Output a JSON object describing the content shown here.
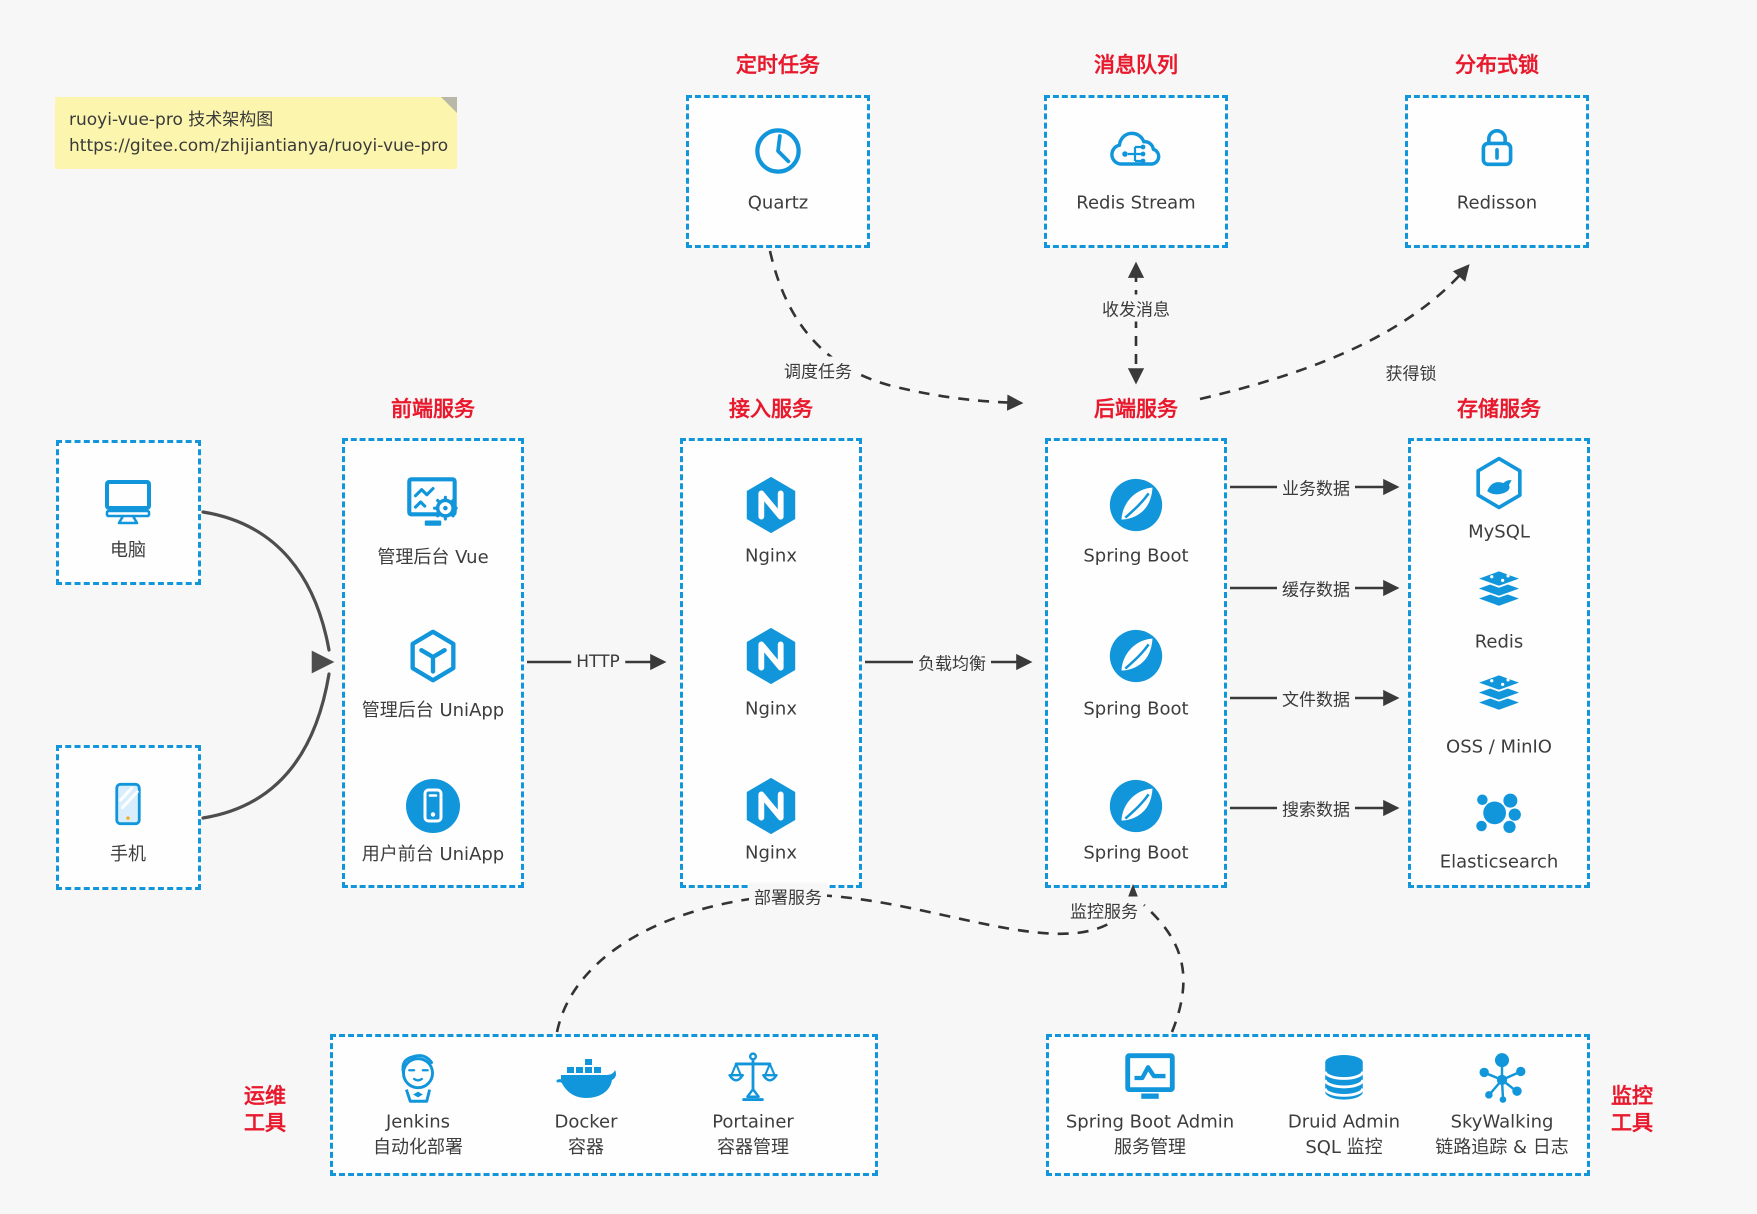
{
  "note": {
    "line1": "ruoyi-vue-pro 技术架构图",
    "line2": "https://gitee.com/zhijiantianya/ruoyi-vue-pro"
  },
  "colors": {
    "accent_blue": "#1296db",
    "title_red": "#e8192d",
    "arrow_dark": "#3a3a3a",
    "note_bg": "#fbf5ae",
    "background": "#f7f7f7"
  },
  "groups": {
    "scheduled": {
      "title": "定时任务",
      "items": [
        {
          "label": "Quartz",
          "icon": "clock-icon"
        }
      ]
    },
    "mq": {
      "title": "消息队列",
      "items": [
        {
          "label": "Redis Stream",
          "icon": "cloud-stream-icon"
        }
      ]
    },
    "lock": {
      "title": "分布式锁",
      "items": [
        {
          "label": "Redisson",
          "icon": "lock-icon"
        }
      ]
    },
    "clients": {
      "items": [
        {
          "label": "电脑",
          "icon": "desktop-icon"
        },
        {
          "label": "手机",
          "icon": "smartphone-icon"
        }
      ]
    },
    "frontend": {
      "title": "前端服务",
      "items": [
        {
          "label": "管理后台 Vue",
          "icon": "admin-screen-gear-icon"
        },
        {
          "label": "管理后台 UniApp",
          "icon": "uniapp-cube-icon"
        },
        {
          "label": "用户前台 UniApp",
          "icon": "mobile-app-circle-icon"
        }
      ]
    },
    "gateway": {
      "title": "接入服务",
      "items": [
        {
          "label": "Nginx",
          "icon": "nginx-icon"
        },
        {
          "label": "Nginx",
          "icon": "nginx-icon"
        },
        {
          "label": "Nginx",
          "icon": "nginx-icon"
        }
      ]
    },
    "backend": {
      "title": "后端服务",
      "items": [
        {
          "label": "Spring Boot",
          "icon": "spring-leaf-icon"
        },
        {
          "label": "Spring Boot",
          "icon": "spring-leaf-icon"
        },
        {
          "label": "Spring Boot",
          "icon": "spring-leaf-icon"
        }
      ]
    },
    "storage": {
      "title": "存储服务",
      "items": [
        {
          "label": "MySQL",
          "icon": "mysql-dolphin-icon"
        },
        {
          "label": "Redis",
          "icon": "layer-stack-icon"
        },
        {
          "label": "OSS / MinIO",
          "icon": "layer-stack-icon"
        },
        {
          "label": "Elasticsearch",
          "icon": "elasticsearch-cluster-icon"
        }
      ]
    },
    "ops": {
      "title_lines": [
        "运维",
        "工具"
      ],
      "items": [
        {
          "label": "Jenkins",
          "sublabel": "自动化部署",
          "icon": "jenkins-butler-icon"
        },
        {
          "label": "Docker",
          "sublabel": "容器",
          "icon": "docker-whale-icon"
        },
        {
          "label": "Portainer",
          "sublabel": "容器管理",
          "icon": "scales-icon"
        }
      ]
    },
    "monitor": {
      "title_lines": [
        "监控",
        "工具"
      ],
      "items": [
        {
          "label": "Spring Boot Admin",
          "sublabel": "服务管理",
          "icon": "monitor-pulse-icon"
        },
        {
          "label": "Druid Admin",
          "sublabel": "SQL 监控",
          "icon": "database-icon"
        },
        {
          "label": "SkyWalking",
          "sublabel": "链路追踪 & 日志",
          "icon": "node-cluster-icon"
        }
      ]
    }
  },
  "edges": {
    "http": "HTTP",
    "lb": "负载均衡",
    "schedule": "调度任务",
    "message": "收发消息",
    "acquire_lock": "获得锁",
    "biz": "业务数据",
    "cache": "缓存数据",
    "file": "文件数据",
    "search": "搜索数据",
    "deploy": "部署服务",
    "monitoring": "监控服务"
  }
}
